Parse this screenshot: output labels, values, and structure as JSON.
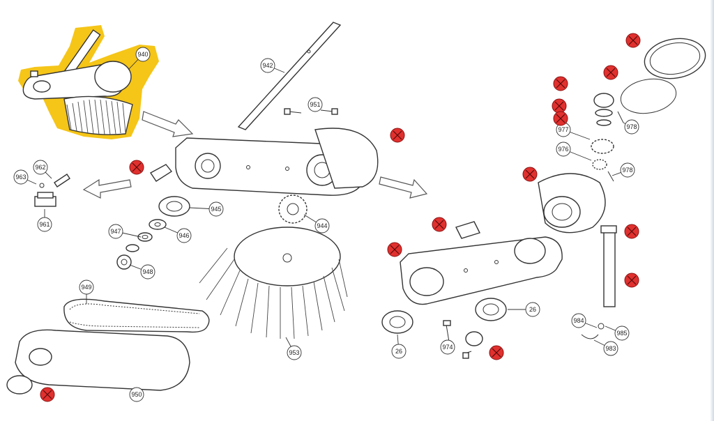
{
  "colors": {
    "highlight": "#f5c518",
    "marker_fill": "#e0312f",
    "marker_stroke": "#8a1010",
    "line": "#333333"
  },
  "callouts": [
    {
      "id": "940",
      "label": "940"
    },
    {
      "id": "942",
      "label": "942"
    },
    {
      "id": "951",
      "label": "951"
    },
    {
      "id": "962",
      "label": "962"
    },
    {
      "id": "963",
      "label": "963"
    },
    {
      "id": "961",
      "label": "961"
    },
    {
      "id": "945",
      "label": "945"
    },
    {
      "id": "947",
      "label": "947"
    },
    {
      "id": "946",
      "label": "946"
    },
    {
      "id": "948",
      "label": "948"
    },
    {
      "id": "944",
      "label": "944"
    },
    {
      "id": "949",
      "label": "949"
    },
    {
      "id": "953",
      "label": "953"
    },
    {
      "id": "950",
      "label": "950"
    },
    {
      "id": "26a",
      "label": "26"
    },
    {
      "id": "26b",
      "label": "26"
    },
    {
      "id": "974",
      "label": "974"
    },
    {
      "id": "977",
      "label": "977"
    },
    {
      "id": "976",
      "label": "976"
    },
    {
      "id": "978a",
      "label": "978"
    },
    {
      "id": "978b",
      "label": "978"
    },
    {
      "id": "984",
      "label": "984"
    },
    {
      "id": "985",
      "label": "985"
    },
    {
      "id": "983",
      "label": "983"
    }
  ],
  "markers": [
    "m1",
    "m2",
    "m3",
    "m4",
    "m5",
    "m6",
    "m7",
    "m8",
    "m9",
    "m10",
    "m11",
    "m12",
    "m13",
    "m14"
  ]
}
